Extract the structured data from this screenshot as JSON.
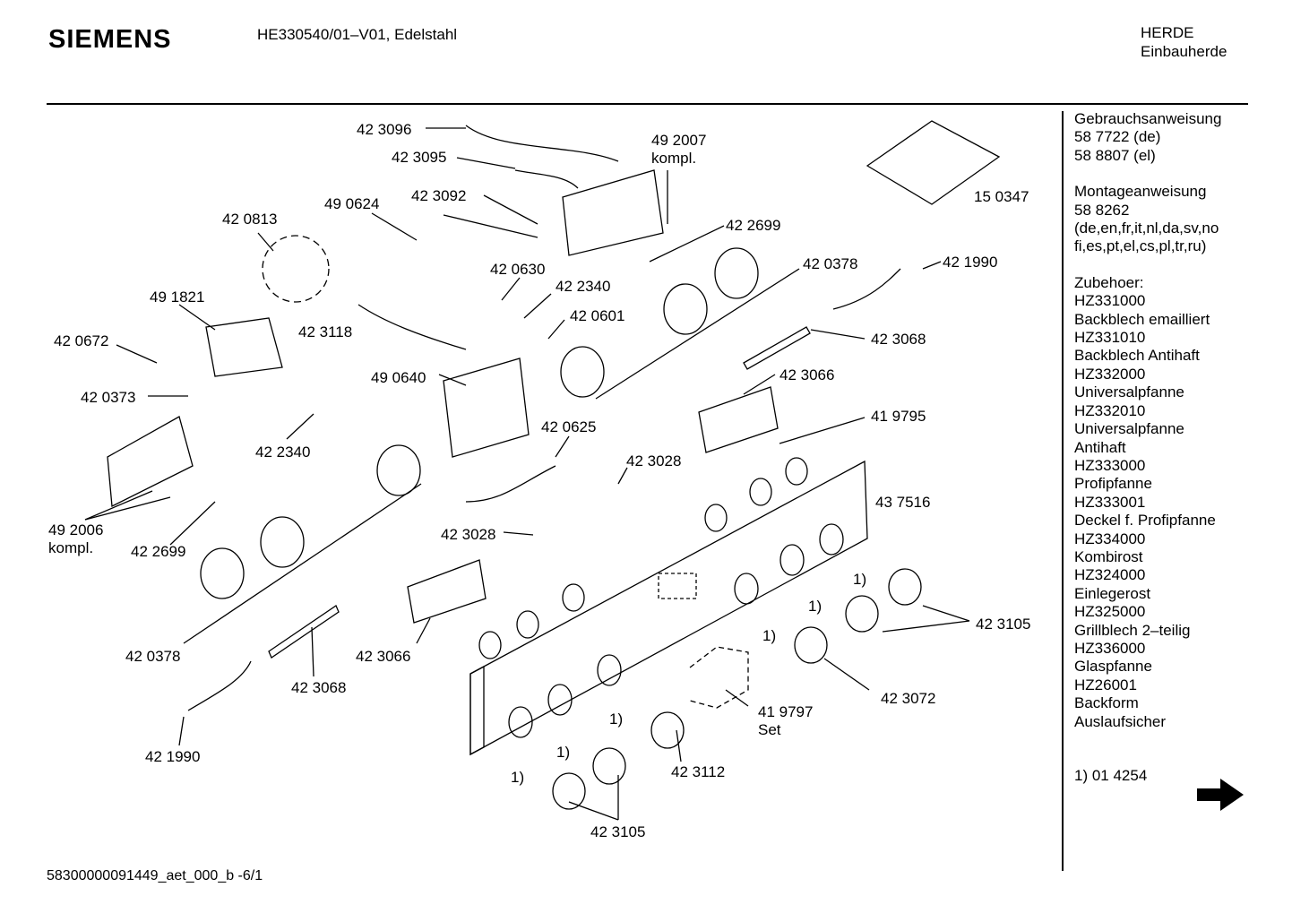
{
  "header": {
    "brand": "SIEMENS",
    "model": "HE330540/01–V01, Edelstahl",
    "category": "HERDE",
    "subcategory": "Einbauherde"
  },
  "sidebar": {
    "lines": [
      "Gebrauchsanweisung",
      "58 7722 (de)",
      "58 8807 (el)",
      "",
      "Montageanweisung",
      "58 8262",
      "(de,en,fr,it,nl,da,sv,no",
      "fi,es,pt,el,cs,pl,tr,ru)",
      "",
      "Zubehoer:",
      "HZ331000",
      "Backblech emailliert",
      "HZ331010",
      "Backblech Antihaft",
      "HZ332000",
      "Universalpfanne",
      "HZ332010",
      "Universalpfanne",
      "Antihaft",
      "HZ333000",
      "Profipfanne",
      "HZ333001",
      "Deckel f. Profipfanne",
      "HZ334000",
      "Kombirost",
      "HZ324000",
      "Einlegerost",
      "HZ325000",
      "Grillblech 2–teilig",
      "HZ336000",
      "Glaspfanne",
      "HZ26001",
      "Backform",
      "Auslaufsicher",
      "",
      "",
      "1) 01 4254"
    ],
    "next_icon": "arrow-right-icon"
  },
  "footer": {
    "doc_id": "58300000091449_aet_000_b  -6/1"
  },
  "labels": {
    "p423096": "42 3096",
    "p423095": "42 3095",
    "p492007a": "49 2007",
    "p492007b": "kompl.",
    "p423092": "42 3092",
    "p490624": "49 0624",
    "p420813": "42 0813",
    "p150347": "15 0347",
    "p422699a": "42 2699",
    "p420630": "42 0630",
    "p420378a": "42 0378",
    "p421990a": "42 1990",
    "p491821": "49 1821",
    "p422340a": "42 2340",
    "p420601": "42 0601",
    "p420672": "42 0672",
    "p423118": "42 3118",
    "p423068a": "42 3068",
    "p420373": "42 0373",
    "p490640": "49 0640",
    "p423066a": "42 3066",
    "p419795": "41 9795",
    "p420625": "42 0625",
    "p422340b": "42 2340",
    "p423028a": "42 3028",
    "p437516": "43 7516",
    "p492006a": "49 2006",
    "p492006b": "kompl.",
    "p422699b": "42 2699",
    "p423028b": "42 3028",
    "p423105a": "42 3105",
    "p420378b": "42 0378",
    "p423066b": "42 3066",
    "p423068b": "42 3068",
    "p423072": "42 3072",
    "p419797a": "41 9797",
    "p419797b": "Set",
    "p421990b": "42 1990",
    "p423112": "42 3112",
    "p423105b": "42 3105",
    "note": "1)"
  }
}
